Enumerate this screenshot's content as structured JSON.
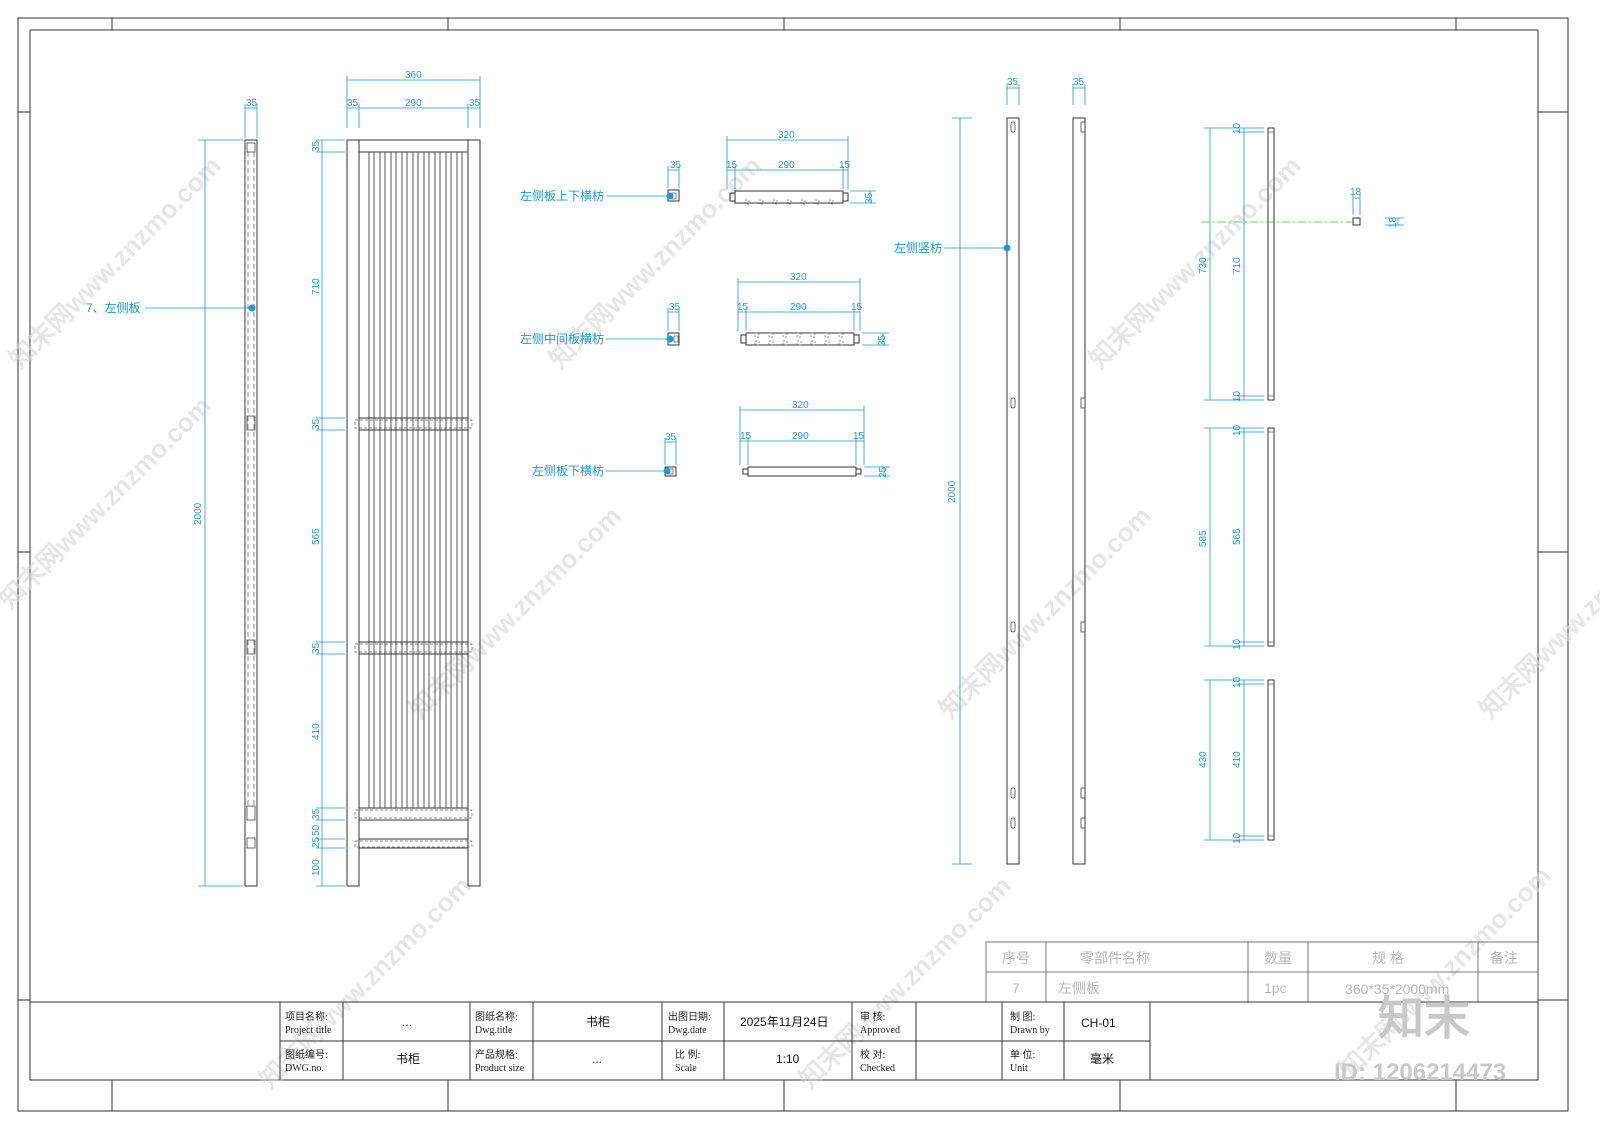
{
  "dims": {
    "360": "360",
    "290": "290",
    "35": "35",
    "320": "320",
    "15": "15",
    "710": "710",
    "565": "565",
    "410": "410",
    "2000": "2000",
    "25": "25",
    "50": "50",
    "100": "100",
    "18": "18",
    "10": "10",
    "730": "730",
    "585": "585",
    "430": "430"
  },
  "labels": {
    "left_panel": "7、左侧板",
    "top_bottom_rail": "左侧板上下横枋",
    "middle_rail": "左侧中间板横枋",
    "bottom_rail": "左侧板下横枋",
    "vertical_stile": "左侧竖枋"
  },
  "parts_list": {
    "headers": [
      "序号",
      "零部件名称",
      "数量",
      "规 格",
      "备注"
    ],
    "row": [
      "7",
      "左侧板",
      "1pc",
      "360*35*2000mm"
    ]
  },
  "title_block": {
    "project_title_cn": "项目名称:",
    "project_title_en": "Project title",
    "project_title_val": "...",
    "dwg_title_cn": "图纸名称:",
    "dwg_title_en": "Dwg.title",
    "dwg_title_val": "书柜",
    "dwg_date_cn": "出图日期:",
    "dwg_date_en": "Dwg.date",
    "dwg_date_val": "2025年11月24日",
    "approved_cn": "审 核:",
    "approved_en": "Approved",
    "drawn_cn": "制 图:",
    "drawn_en": "Drawn by",
    "drawn_val": "CH-01",
    "dwg_no_cn": "图纸编号:",
    "dwg_no_en": "DWG.no.",
    "dwg_no_val": "书柜",
    "product_size_cn": "产品规格:",
    "product_size_en": "Product size",
    "product_size_val": "...",
    "scale_cn": "比 例:",
    "scale_en": "Scale",
    "scale_val": "1:10",
    "checked_cn": "校 对:",
    "checked_en": "Checked",
    "unit_cn": "单 位:",
    "unit_en": "Unit",
    "unit_val": "毫米"
  },
  "watermark": {
    "text": "知末网www.znzmo.com",
    "logo": "知末",
    "id": "ID: 1206214473"
  },
  "colors": {
    "dimension": "#1a9ad6",
    "line": "#333333",
    "centerline": "#2fc42f"
  }
}
